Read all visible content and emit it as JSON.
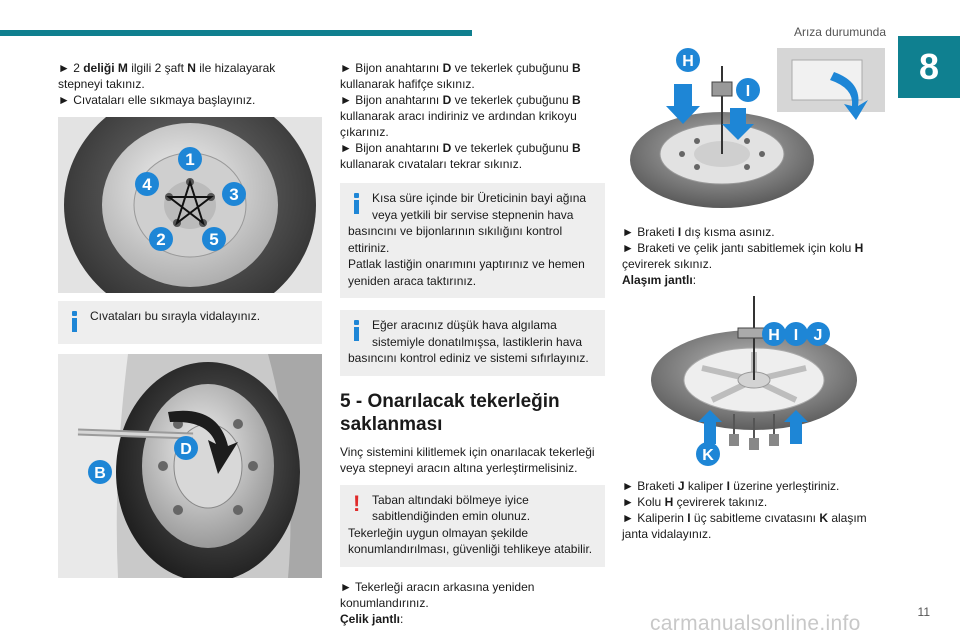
{
  "header": {
    "section_title": "Arıza durumunda",
    "chapter": "8"
  },
  "col1": {
    "step1_pre": "► 2 ",
    "step1_b1": "deliği M",
    "step1_mid": " ilgili 2 şaft ",
    "step1_b2": "N",
    "step1_post": " ile hizalayarak stepneyi takınız.",
    "step2": "► Cıvataları elle sıkmaya başlayınız.",
    "fig1_labels": [
      "1",
      "2",
      "3",
      "4",
      "5"
    ],
    "note_text": "Cıvataları bu sırayla vidalayınız.",
    "fig2_labels": [
      "B",
      "D"
    ]
  },
  "col2": {
    "s1_pre": "► Bijon anahtarını ",
    "s1_d": "D",
    "s1_mid": " ve tekerlek çubuğunu ",
    "s1_b": "B",
    "s1_post": " kullanarak hafifçe sıkınız.",
    "s2_pre": "► Bijon anahtarını ",
    "s2_d": "D",
    "s2_mid": " ve tekerlek çubuğunu ",
    "s2_b": "B",
    "s2_post": " kullanarak aracı indiriniz ve ardından krikoyu çıkarınız.",
    "s3_pre": "► Bijon anahtarını ",
    "s3_d": "D",
    "s3_mid": " ve tekerlek çubuğunu ",
    "s3_b": "B",
    "s3_post": " kullanarak cıvataları tekrar sıkınız.",
    "note1_first": "Kısa süre içinde bir Üreticinin bayi ağına veya yetkili bir servise stepnenin hava",
    "note1_rest": "basıncını ve bijonlarının sıkılığını kontrol ettiriniz.",
    "note1_p2": "Patlak lastiğin onarımını yaptırınız ve hemen yeniden araca taktırınız.",
    "note2_first": "Eğer aracınız düşük hava algılama sistemiyle donatılmışsa, lastiklerin hava",
    "note2_rest": "basıncını kontrol ediniz ve sistemi sıfırlayınız.",
    "heading": "5 - Onarılacak tekerleğin saklanması",
    "para": "Vinç sistemini kilitlemek için onarılacak tekerleği veya stepneyi aracın altına yerleştirmelisiniz.",
    "warn_first": "Taban altındaki bölmeye iyice sabitlendiğinden emin olunuz.",
    "warn_rest": "Tekerleğin uygun olmayan şekilde konumlandırılması, güvenliği tehlikeye atabilir.",
    "step": "► Tekerleği aracın arkasına yeniden konumlandırınız.",
    "steel_label": "Çelik jantlı",
    "colon": ":"
  },
  "col3": {
    "fig1_labels": [
      "H",
      "I"
    ],
    "s1_pre": "► Braketi ",
    "s1_b": "I",
    "s1_post": " dış kısma asınız.",
    "s2_pre": "► Braketi ve çelik jantı sabitlemek için kolu ",
    "s2_b": "H",
    "s2_post": " çevirerek sıkınız.",
    "alloy_label": "Alaşım jantlı",
    "colon": ":",
    "fig2_labels": [
      "H",
      "I",
      "J",
      "K"
    ],
    "s3_pre": "► Braketi ",
    "s3_b1": "J",
    "s3_mid": " kaliper ",
    "s3_b2": "I",
    "s3_post": " üzerine yerleştiriniz.",
    "s4_pre": "► Kolu ",
    "s4_b": "H",
    "s4_post": " çevirerek takınız.",
    "s5_pre": "► Kaliperin ",
    "s5_b1": "I",
    "s5_mid": " üç sabitleme cıvatasını ",
    "s5_b2": "K",
    "s5_post": " alaşım janta vidalayınız."
  },
  "footer": {
    "page_number": "11",
    "watermark": "carmanualsonline.info"
  },
  "colors": {
    "accent": "#0f7f8f",
    "callout": "#1e86d6",
    "warning": "#e02a2a",
    "note_bg": "#eeeeee"
  }
}
